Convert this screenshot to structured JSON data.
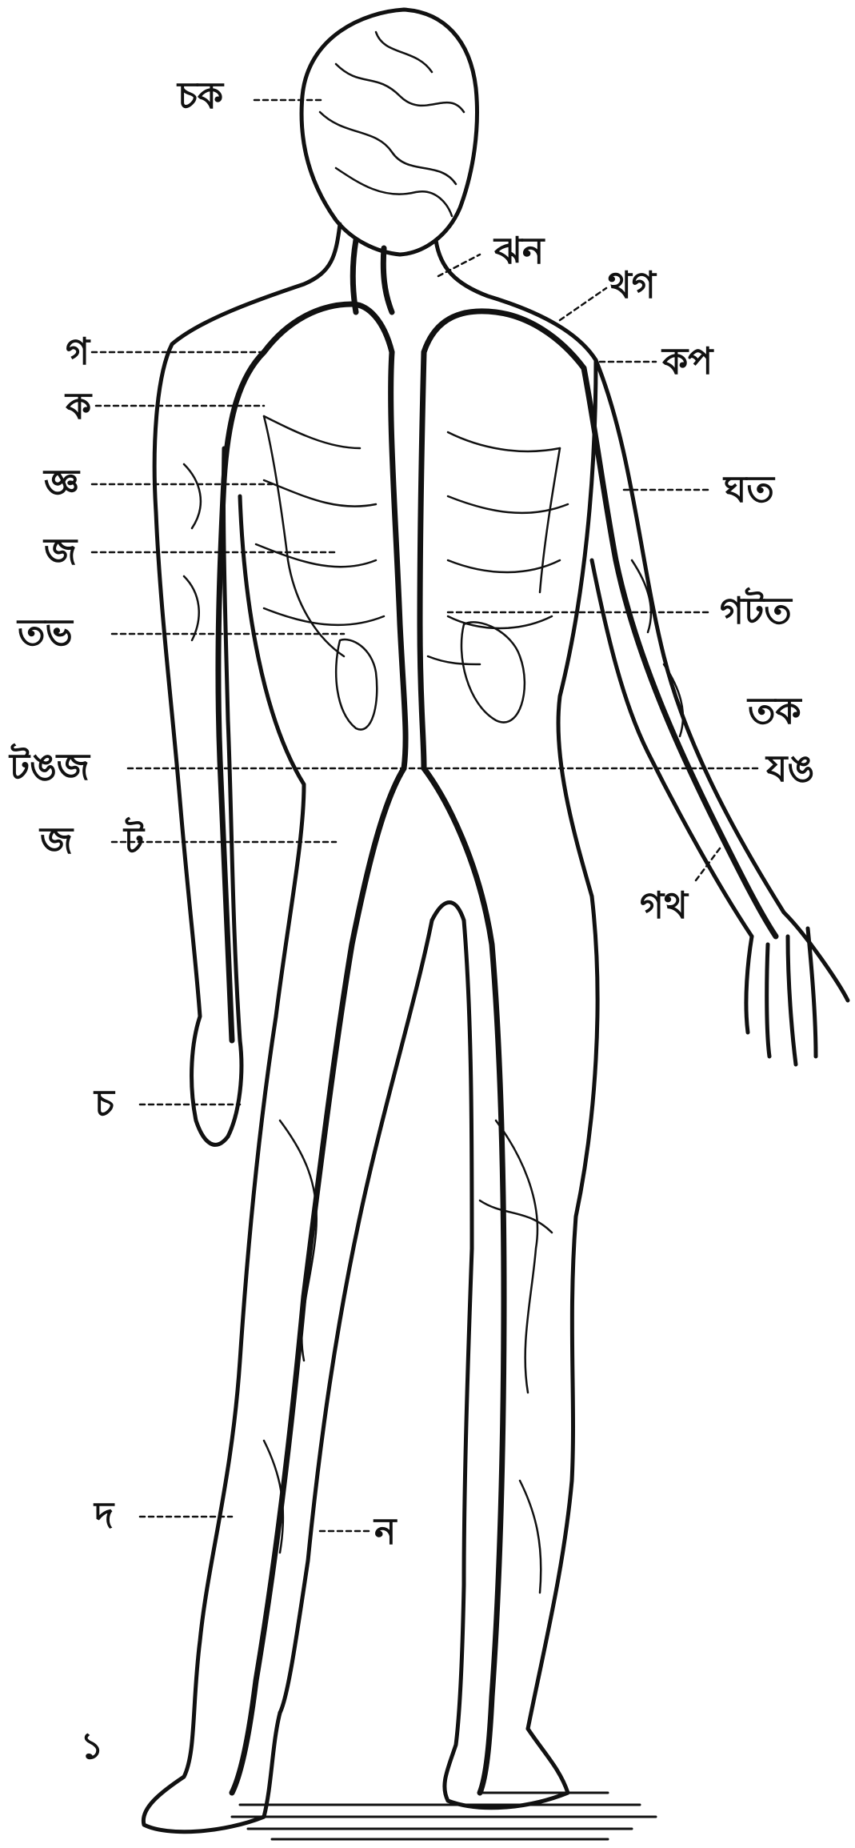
{
  "labels": {
    "head_left": "চক",
    "neck_right": "ঝন",
    "shoulder_right_top": "থগ",
    "shoulder_right": "কপ",
    "left_1": "গ",
    "left_2": "ক",
    "left_3": "জ্ঞ",
    "left_4": "জ",
    "left_5": "তভ",
    "right_arm_upper": "ঘত",
    "right_abdomen": "গটত",
    "right_forearm_top": "তক",
    "right_forearm": "যঙ",
    "left_hip_1": "টঙজ",
    "left_hip_2a": "জ",
    "left_hip_2b": "ট",
    "right_forearm_low": "গথ",
    "left_hand": "চ",
    "left_leg": "দ",
    "leg_right_label": "ন",
    "foot_mark": "১"
  },
  "colors": {
    "ink": "#111111",
    "background": "#ffffff"
  }
}
